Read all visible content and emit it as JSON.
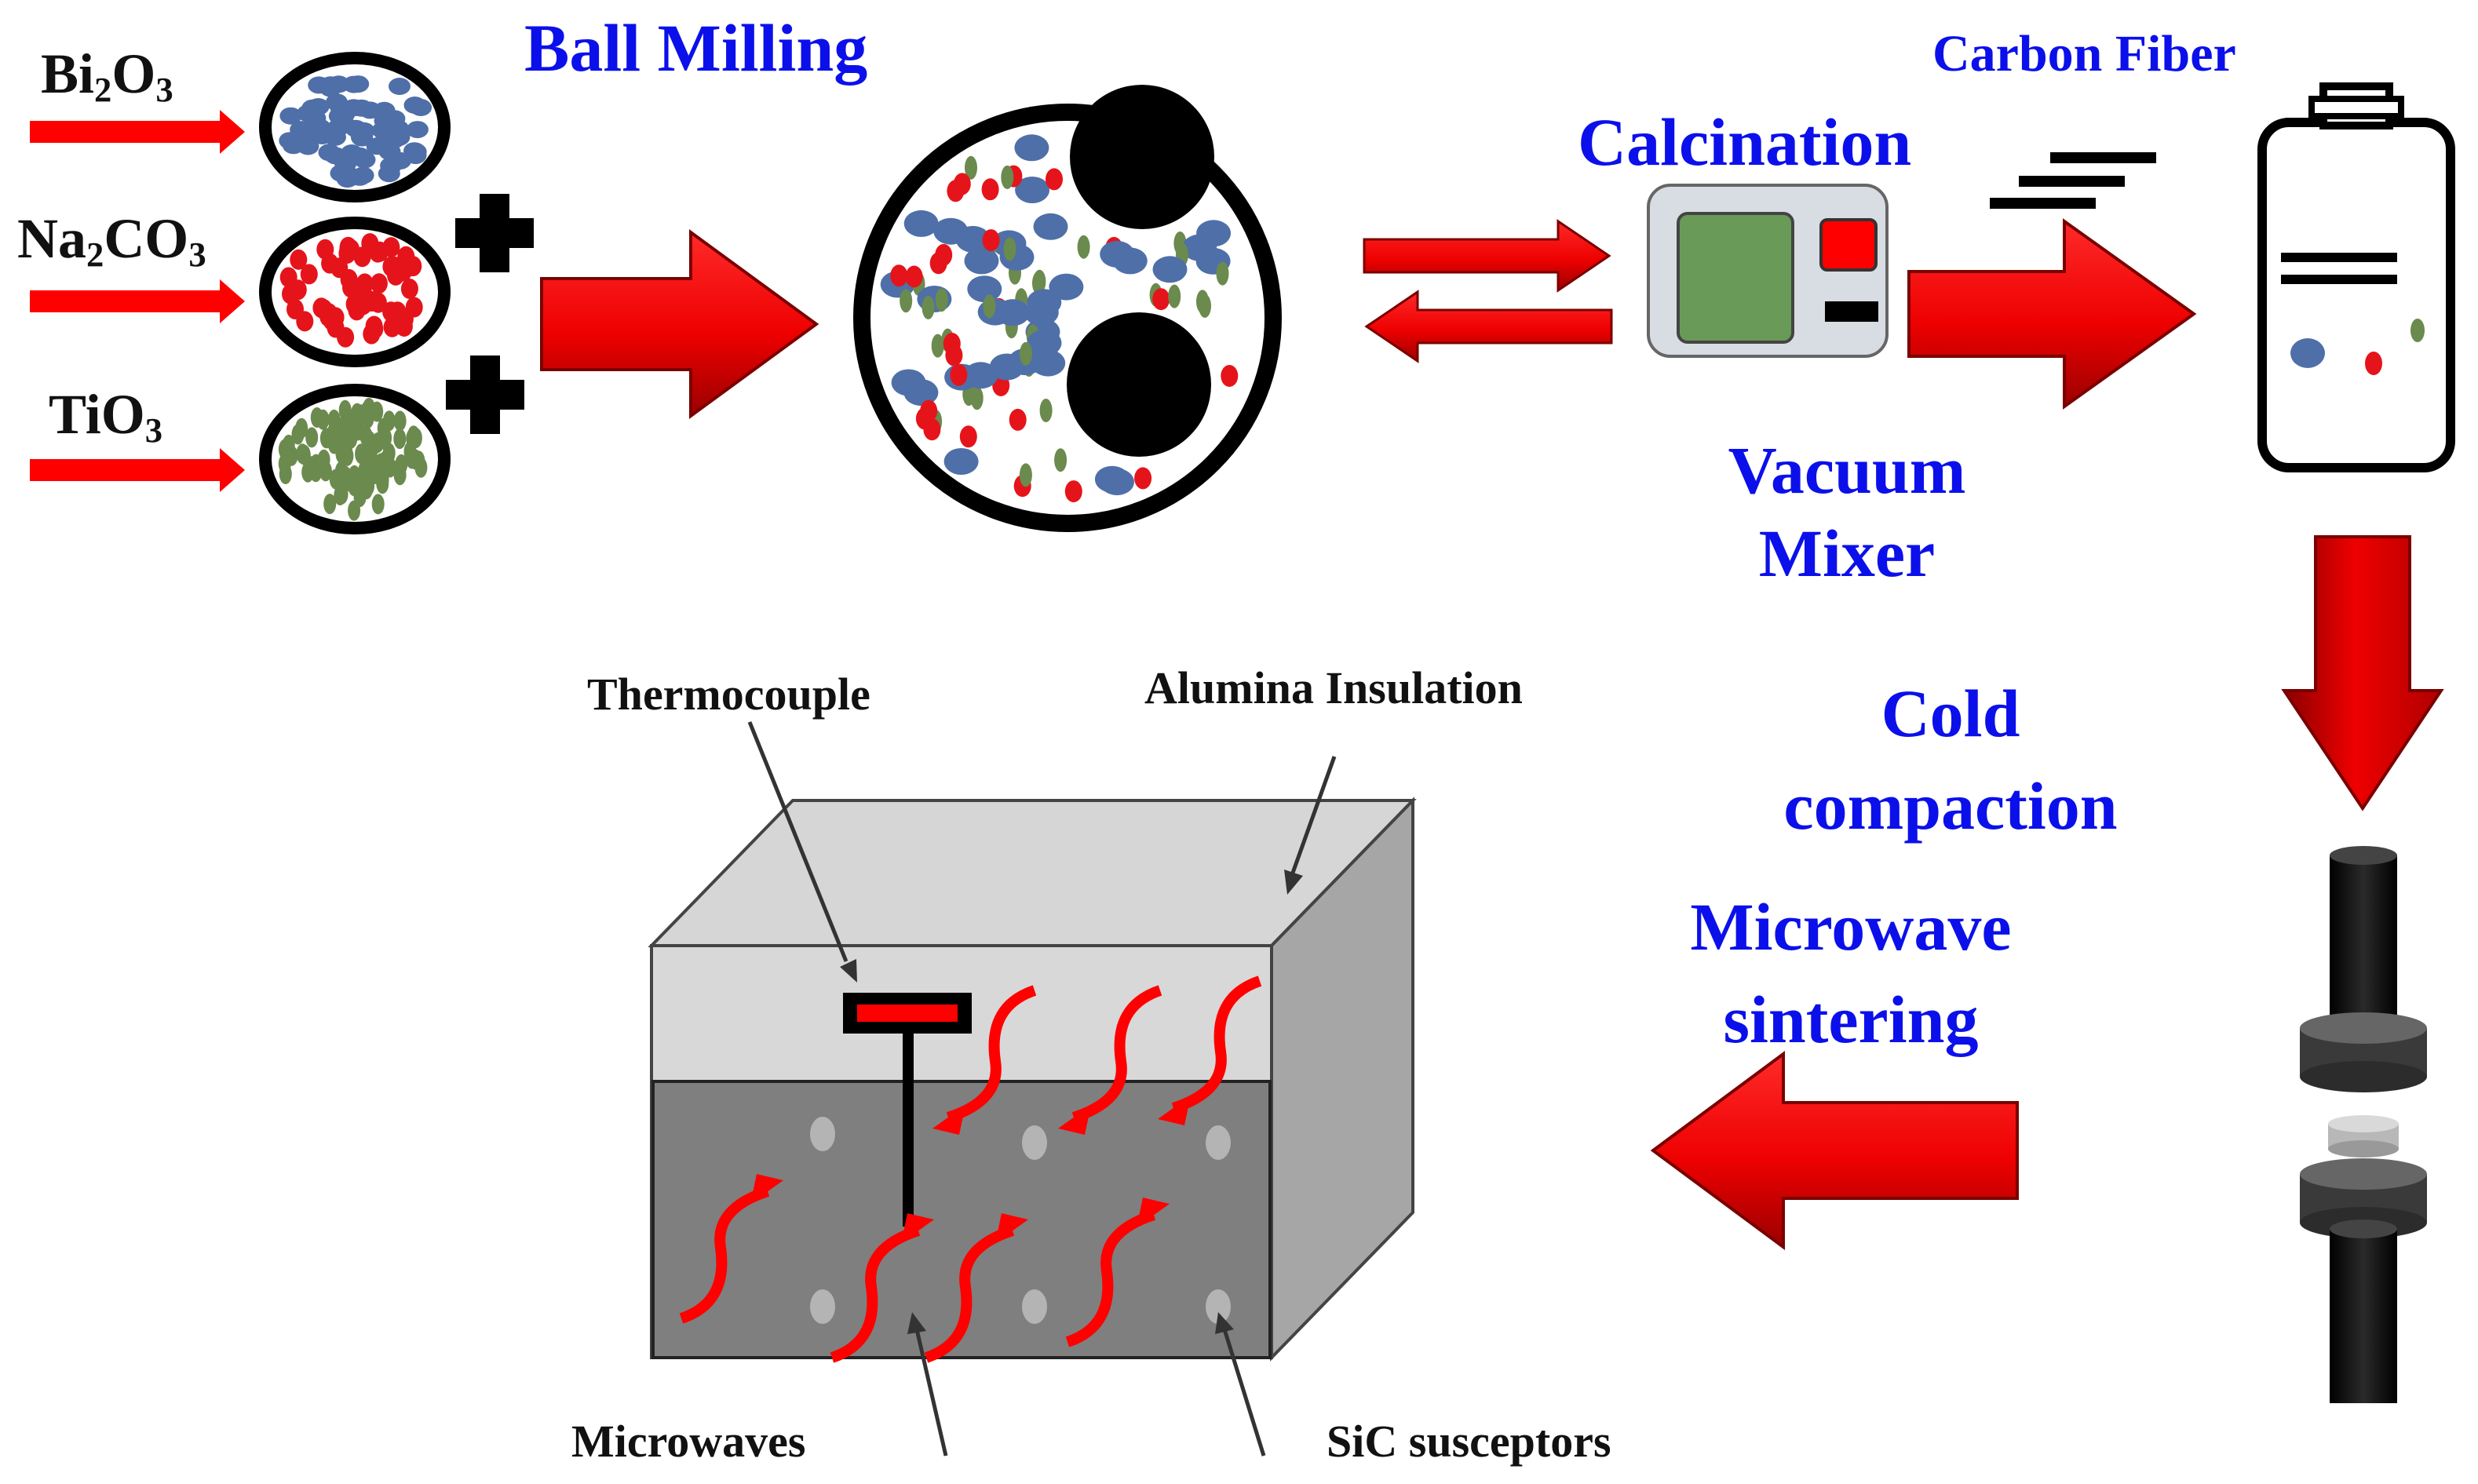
{
  "colors": {
    "label_blue": "#0b10ea",
    "arrow_red": "#ff0000",
    "particle_blue": "#4f6fa8",
    "particle_red": "#e5141b",
    "particle_green": "#6b8a4e",
    "furnace_light": "#d6d6d6",
    "furnace_dark": "#7f7f7f",
    "black": "#000000"
  },
  "reagents": [
    {
      "base1": "Bi",
      "sub1": "2",
      "base2": "O",
      "sub2": "3",
      "particle_color": "blue"
    },
    {
      "base1": "Na",
      "sub1": "2",
      "base2": "CO",
      "sub2": "3",
      "particle_color": "red"
    },
    {
      "base1": "TiO",
      "sub1": "3",
      "base2": "",
      "sub2": "",
      "particle_color": "green"
    }
  ],
  "steps": {
    "ball_milling": "Ball Milling",
    "calcination": "Calcination",
    "carbon_fiber": "Carbon Fiber",
    "vacuum": "Vacuum",
    "mixer": "Mixer",
    "cold": "Cold",
    "compaction": "compaction",
    "microwave": "Microwave",
    "sintering": "sintering"
  },
  "furnace_labels": {
    "thermocouple": "Thermocouple",
    "alumina": "Alumina Insulation",
    "microwaves": "Microwaves",
    "sic": "SiC susceptors"
  }
}
